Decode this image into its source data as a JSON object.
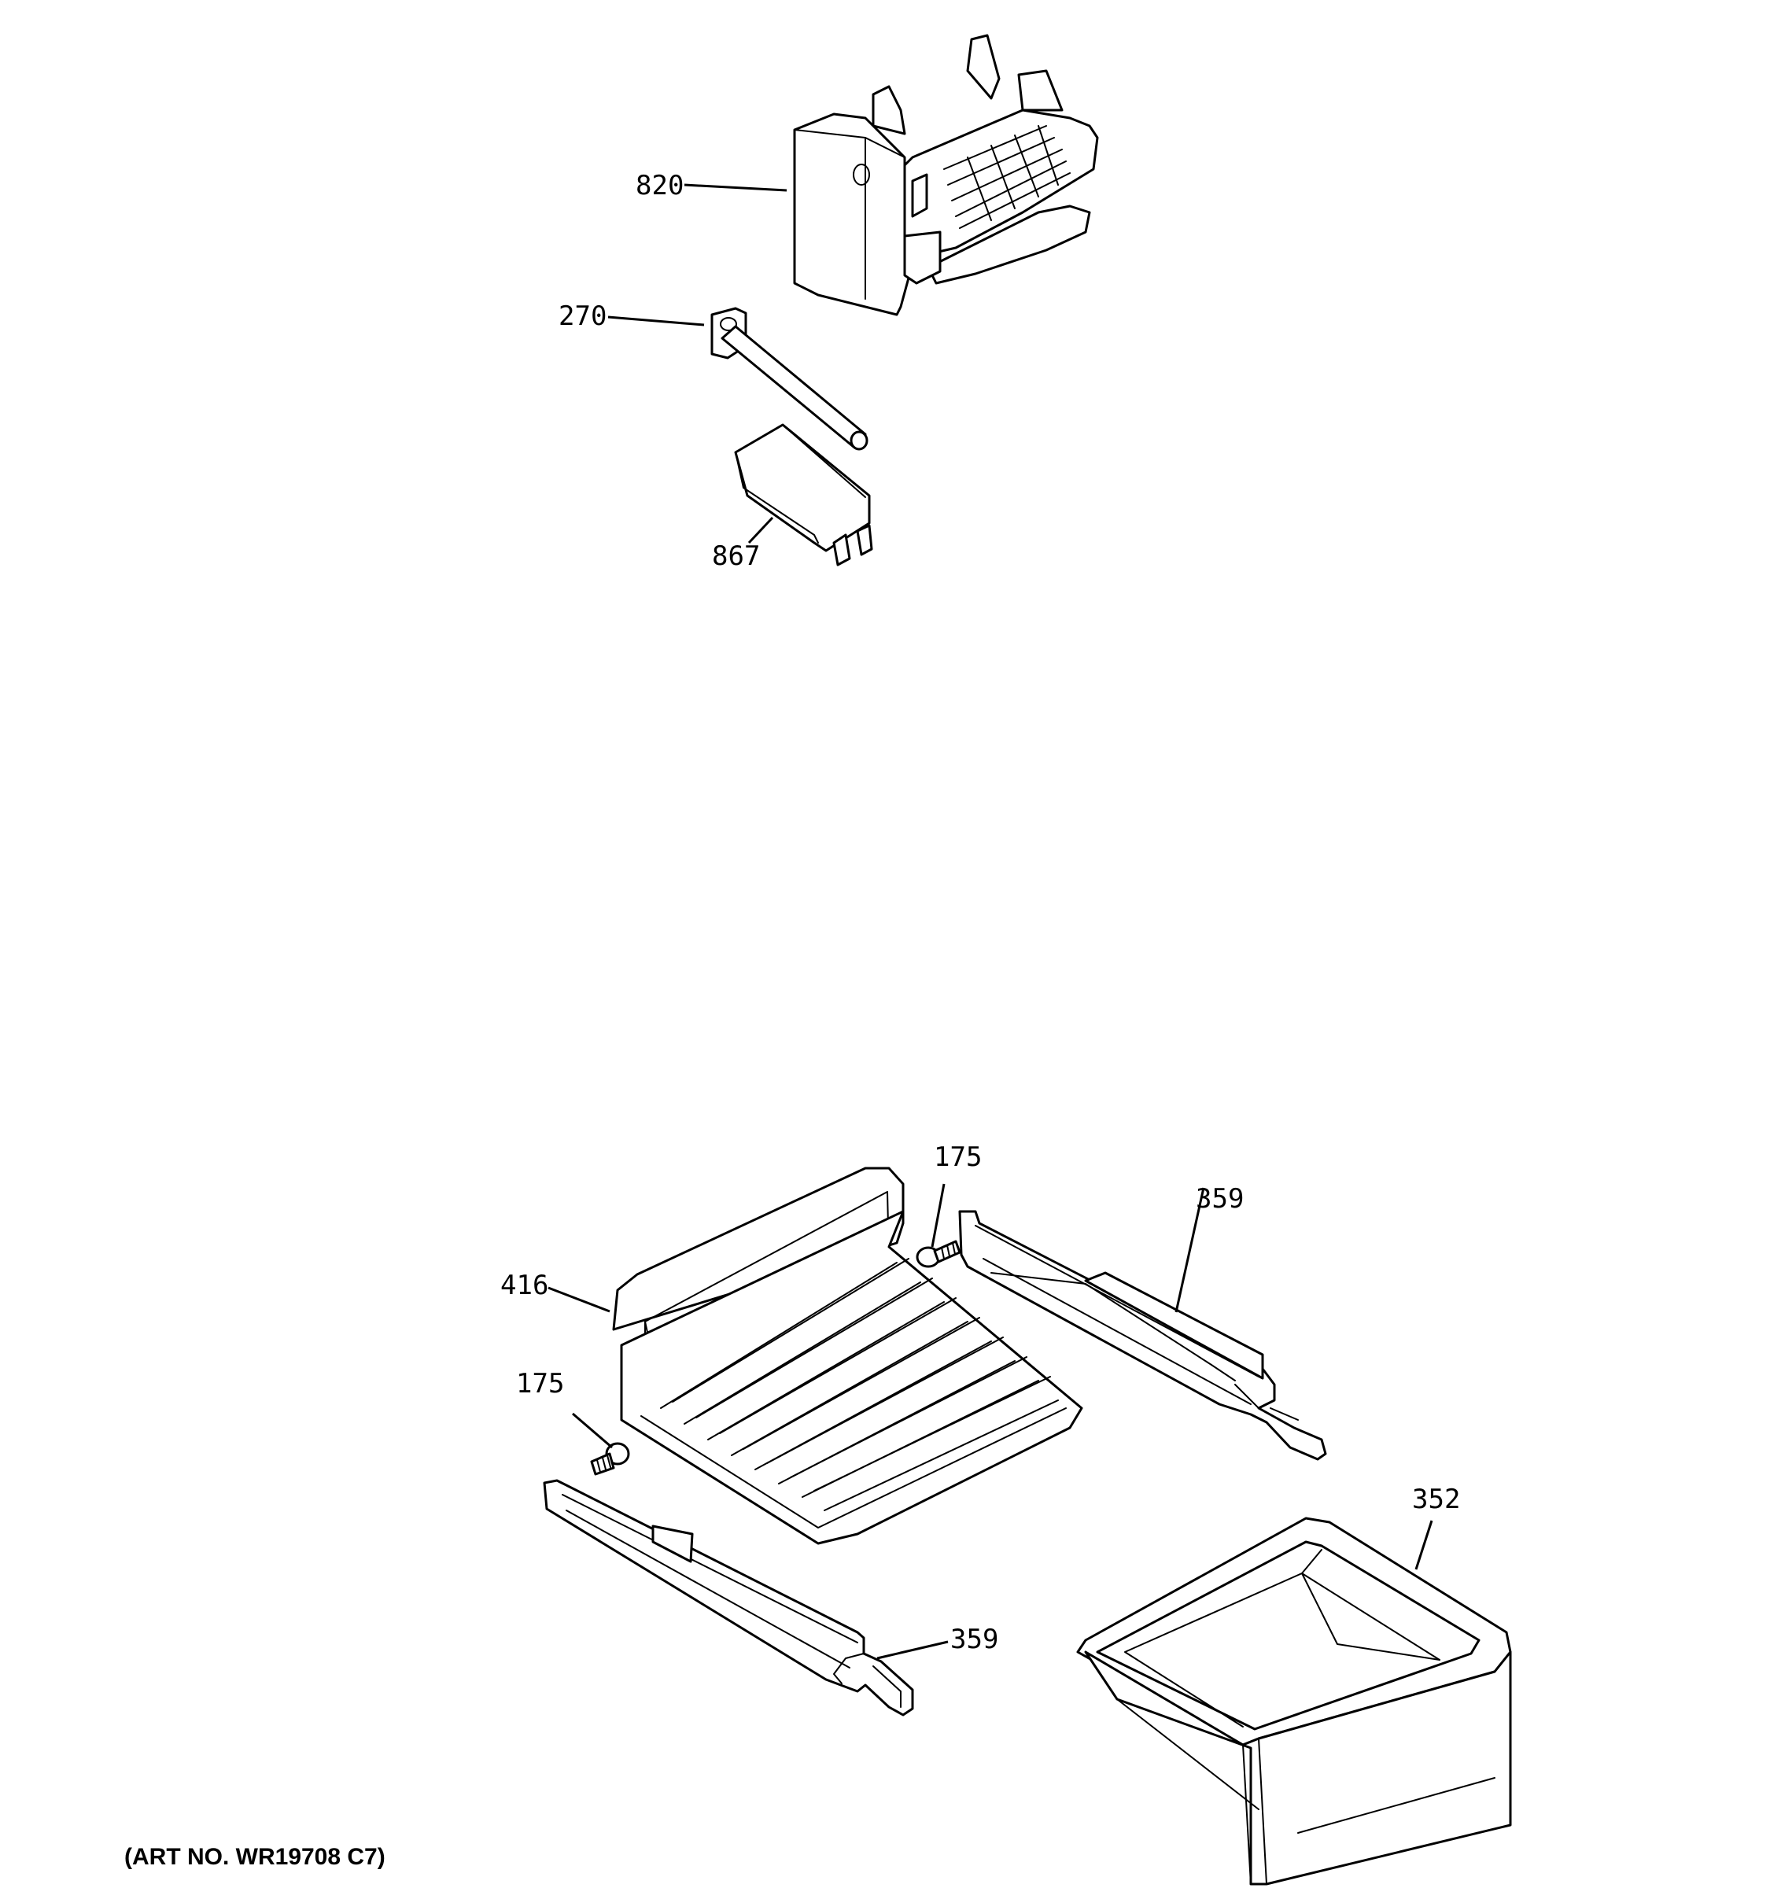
{
  "diagram": {
    "callouts": {
      "p820": "820",
      "p270": "270",
      "p867": "867",
      "p175a": "175",
      "p175b": "175",
      "p416": "416",
      "p359a": "359",
      "p359b": "359",
      "p352": "352"
    },
    "art_number": "(ART NO. WR19708 C7)"
  }
}
